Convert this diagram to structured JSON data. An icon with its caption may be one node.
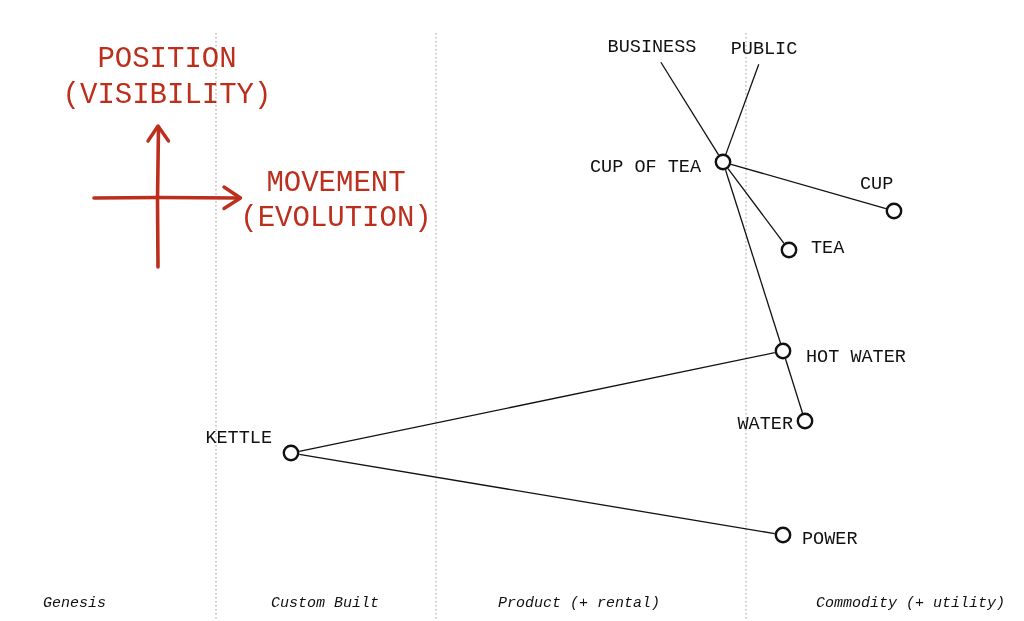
{
  "diagram": {
    "nodes": [
      {
        "text": [
          "BUSINESS"
        ]
      },
      {
        "text": [
          "PUBLIC"
        ]
      },
      {
        "text": [],
        "shape": "circle",
        "beside": [
          "CUP OF TEA"
        ]
      },
      {
        "text": [],
        "shape": "circle",
        "beside": [
          "CUP"
        ]
      },
      {
        "text": [],
        "shape": "circle",
        "beside": [
          "TEA"
        ]
      },
      {
        "text": [],
        "shape": "circle",
        "beside": [
          "HOT WATER"
        ]
      },
      {
        "text": [],
        "shape": "circle",
        "beside": [
          "WATER"
        ]
      },
      {
        "text": [],
        "shape": "circle",
        "beside": [
          "KETTLE"
        ]
      },
      {
        "text": [],
        "shape": "circle",
        "beside": [
          "POWER"
        ]
      }
    ],
    "edges": [
      {
        "from": 0,
        "to": 2,
        "arrow": "none"
      },
      {
        "from": 1,
        "to": 2,
        "arrow": "none"
      },
      {
        "from": 2,
        "to": 3,
        "arrow": "none"
      },
      {
        "from": 2,
        "to": 4,
        "arrow": "none"
      },
      {
        "from": 2,
        "to": 5,
        "arrow": "none"
      },
      {
        "from": 5,
        "to": 6,
        "arrow": "none"
      },
      {
        "from": 5,
        "to": 7,
        "arrow": "none"
      },
      {
        "from": 7,
        "to": 8,
        "arrow": "none"
      }
    ],
    "labels": [
      "POSITION (VISIBILITY)",
      "MOVEMENT (EVOLUTION)",
      "Genesis",
      "Custom Built",
      "Product (+ rental)",
      "Commodity (+ utility)"
    ]
  }
}
